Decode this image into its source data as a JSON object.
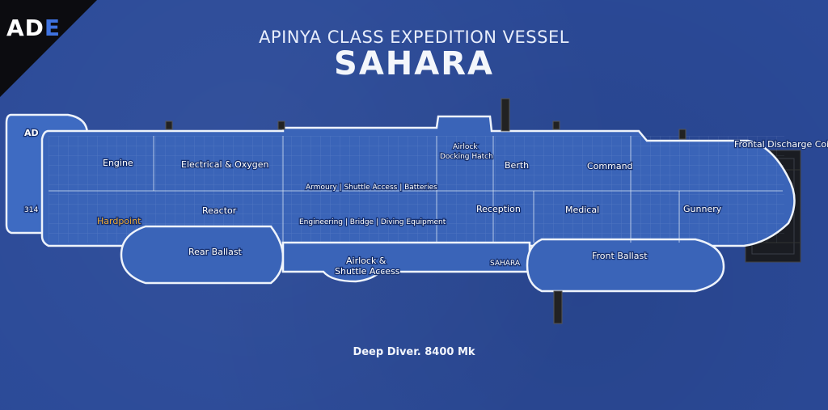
{
  "header": {
    "logo_main": "AD",
    "logo_accent": "E",
    "subtitle": "APINYA CLASS EXPEDITION VESSEL",
    "title": "SAHARA"
  },
  "footer": {
    "caption": "Deep Diver. 8400 Mk"
  },
  "hull_markings": {
    "stern_logo": "AD",
    "stern_number": "314",
    "hull_name": "SAHARA"
  },
  "sections": {
    "engine": "Engine",
    "electrical_oxygen": "Electrical & Oxygen",
    "reactor": "Reactor",
    "hardpoint": "Hardpoint",
    "rear_ballast": "Rear Ballast",
    "armoury": "Armoury | Shuttle Access | Batteries",
    "engineering": "Engineering | Bridge | Diving Equipment",
    "airlock_shuttle_1": "Airlock &",
    "airlock_shuttle_2": "Shuttle Access",
    "airlock_docking_1": "Airlock",
    "airlock_docking_2": "Docking Hatch",
    "berth": "Berth",
    "command": "Command",
    "reception": "Reception",
    "medical": "Medical",
    "gunnery": "Gunnery",
    "front_ballast": "Front Ballast",
    "frontal_discharge": "Frontal Discharge Coil"
  },
  "colors": {
    "background": "#2b4a98",
    "hull": "#3a64b8",
    "hull_outline": "#e8eef9",
    "accent": "#e8a93a"
  }
}
